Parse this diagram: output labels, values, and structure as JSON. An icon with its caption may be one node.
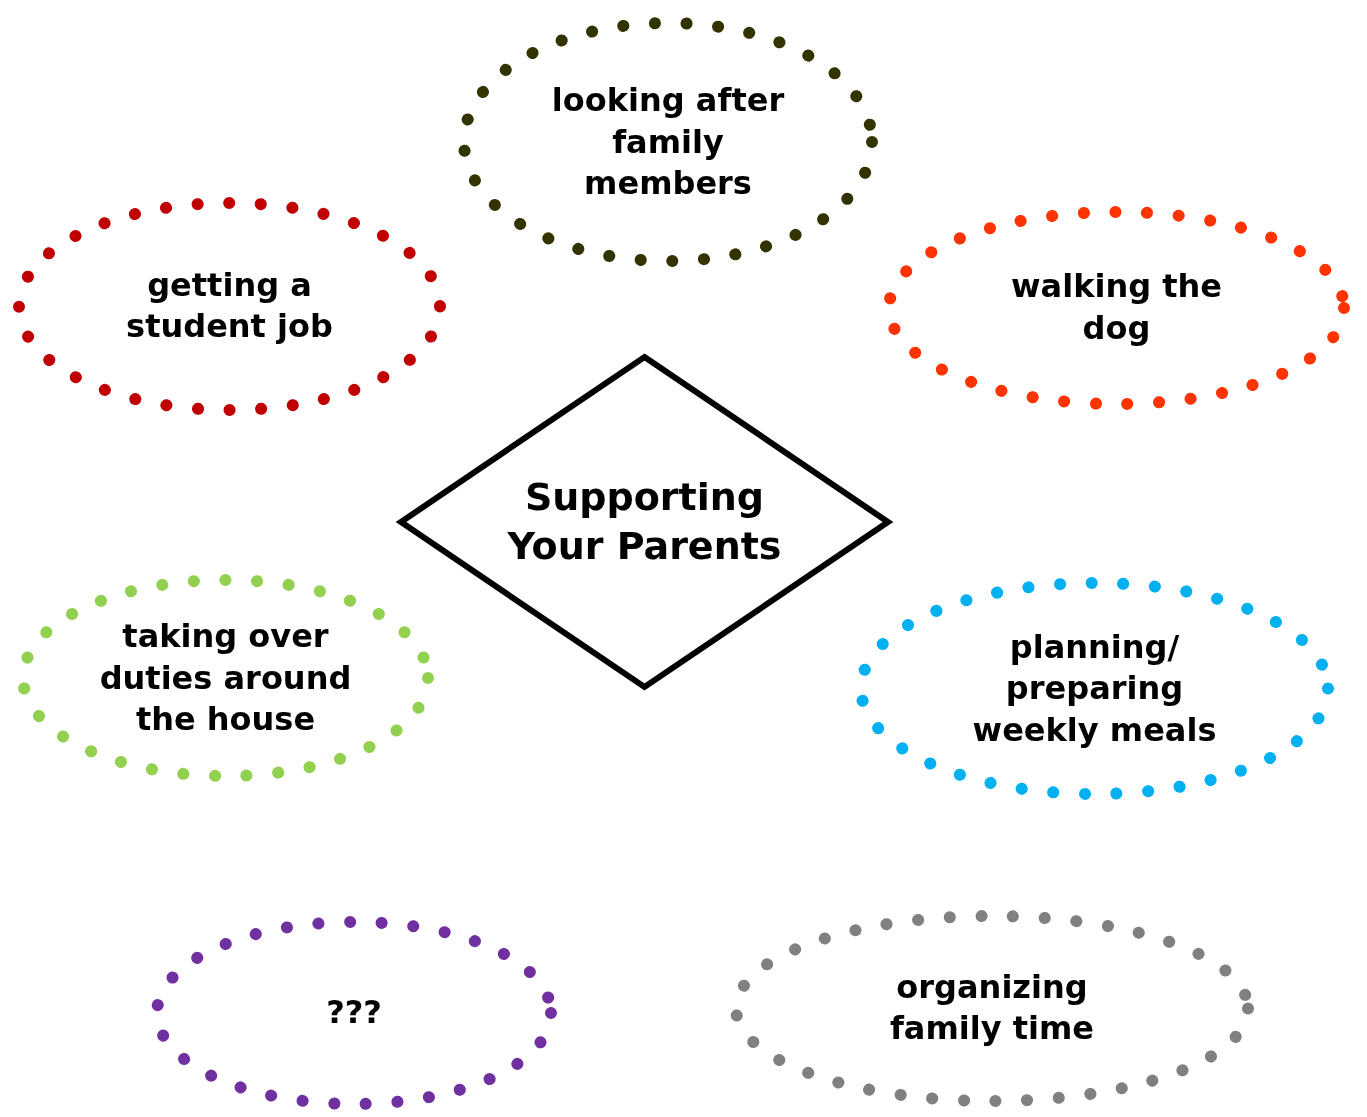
{
  "diagram": {
    "nodes": [
      {
        "text": [
          "looking after family members"
        ]
      },
      {
        "text": [
          "getting a student job"
        ]
      },
      {
        "text": [
          "walking the dog"
        ]
      },
      {
        "text": [
          "Supporting Your Parents"
        ]
      },
      {
        "text": [
          "taking over duties around the house"
        ]
      },
      {
        "text": [
          "planning/ preparing weekly meals"
        ]
      },
      {
        "text": [
          "???"
        ]
      },
      {
        "text": [
          "organizing family time"
        ]
      }
    ]
  }
}
